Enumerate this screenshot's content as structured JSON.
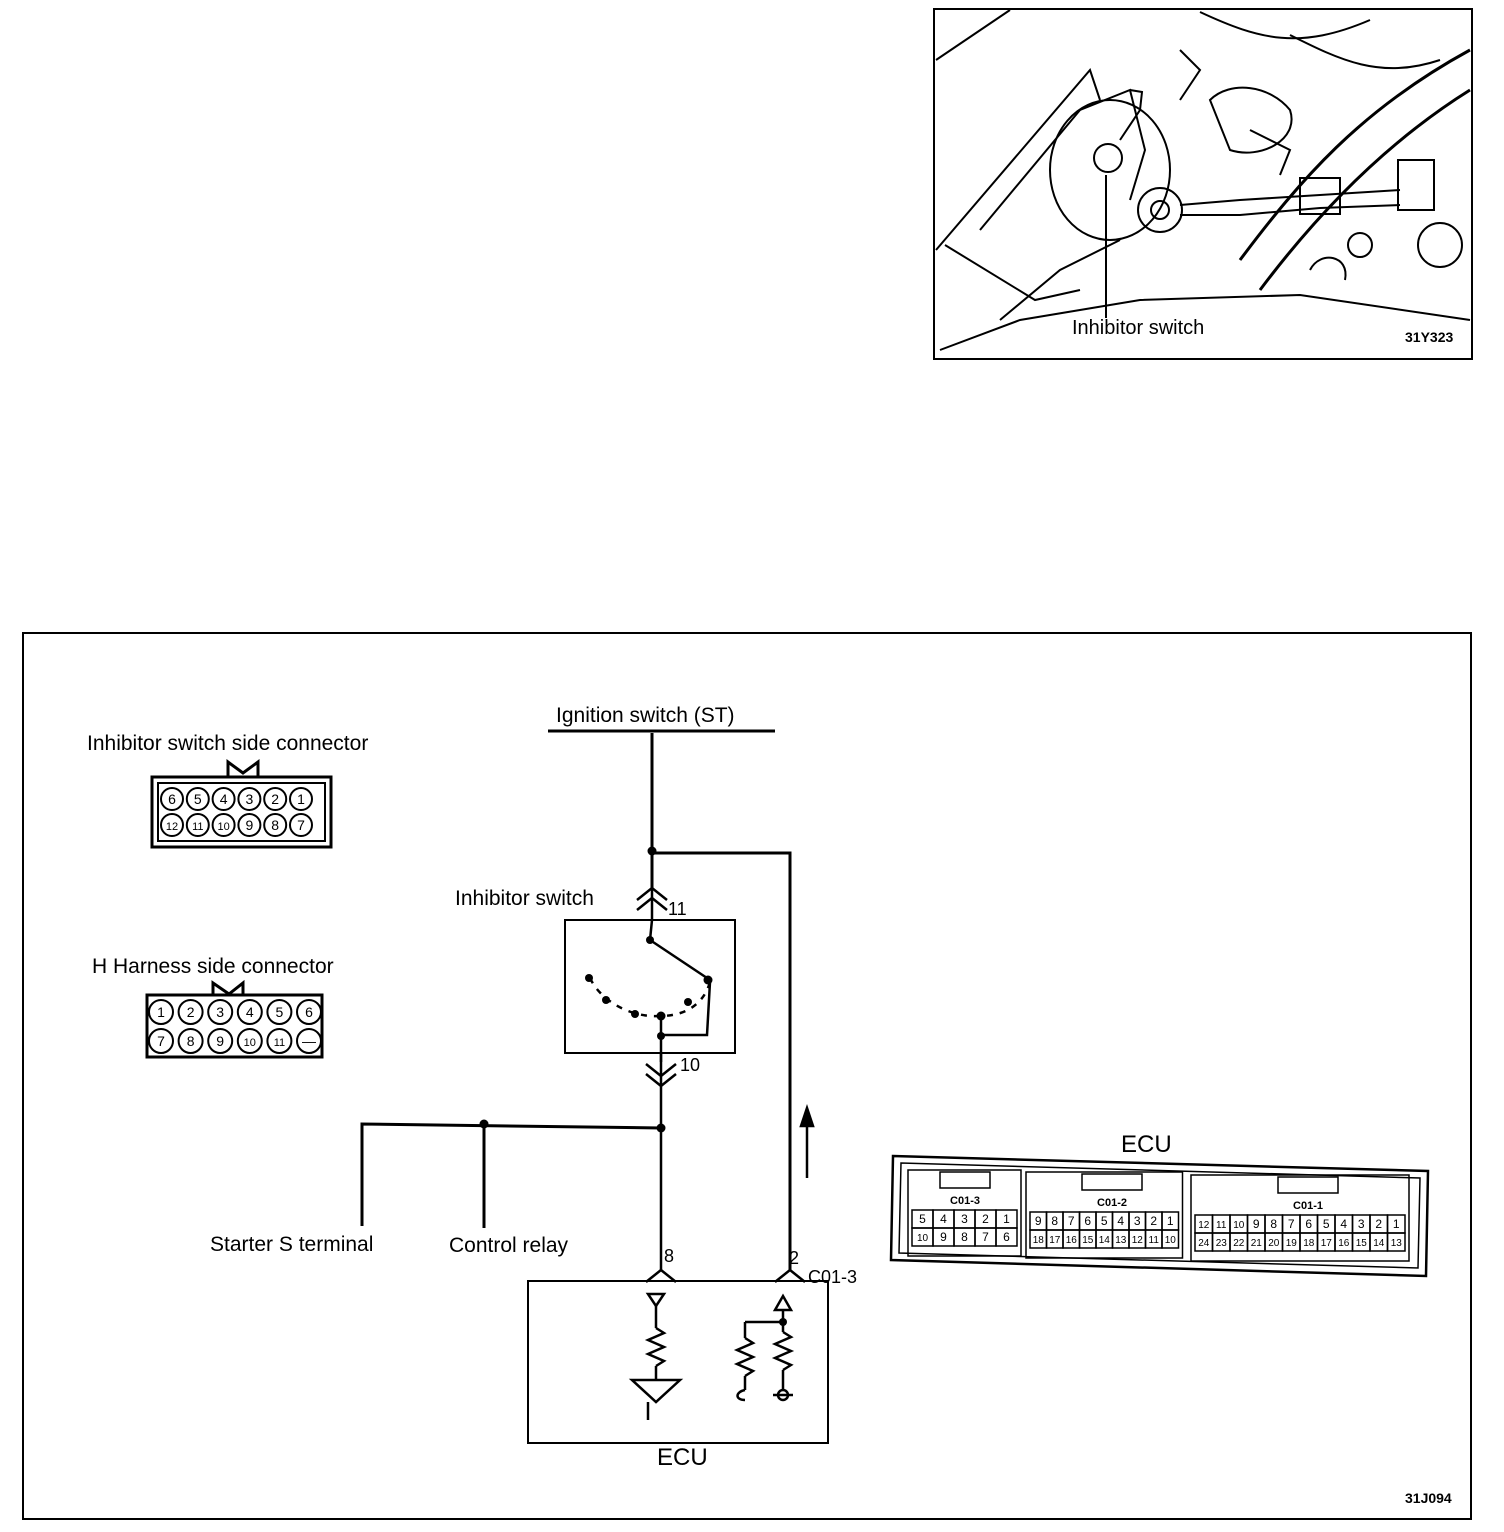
{
  "photo": {
    "label": "Inhibitor switch",
    "code": "31Y323"
  },
  "diagram": {
    "code": "31J094",
    "ignition_label": "Ignition switch (ST)",
    "inhibitor_switch_label": "Inhibitor switch",
    "terminal_11": "11",
    "terminal_10": "10",
    "terminal_8": "8",
    "terminal_2": "2",
    "connector_id": "C01-3",
    "starter_label": "Starter S terminal",
    "control_relay_label": "Control relay",
    "ecu_box_label": "ECU",
    "ecu_connector_title": "ECU",
    "inhibitor_side_connector": {
      "title": "Inhibitor switch side connector",
      "top_row": [
        "6",
        "5",
        "4",
        "3",
        "2",
        "1"
      ],
      "bottom_row": [
        "12",
        "11",
        "10",
        "9",
        "8",
        "7"
      ]
    },
    "harness_side_connector": {
      "title": "H Harness side connector",
      "top_row": [
        "1",
        "2",
        "3",
        "4",
        "5",
        "6"
      ],
      "bottom_row": [
        "7",
        "8",
        "9",
        "10",
        "11",
        "—"
      ]
    },
    "ecu_connectors": [
      {
        "id": "C01-3",
        "top_row": [
          "5",
          "4",
          "3",
          "2",
          "1"
        ],
        "bottom_row": [
          "10",
          "9",
          "8",
          "7",
          "6"
        ]
      },
      {
        "id": "C01-2",
        "top_row": [
          "9",
          "8",
          "7",
          "6",
          "5",
          "4",
          "3",
          "2",
          "1"
        ],
        "bottom_row": [
          "18",
          "17",
          "16",
          "15",
          "14",
          "13",
          "12",
          "11",
          "10"
        ]
      },
      {
        "id": "C01-1",
        "top_row": [
          "12",
          "11",
          "10",
          "9",
          "8",
          "7",
          "6",
          "5",
          "4",
          "3",
          "2",
          "1"
        ],
        "bottom_row": [
          "24",
          "23",
          "22",
          "21",
          "20",
          "19",
          "18",
          "17",
          "16",
          "15",
          "14",
          "13"
        ]
      }
    ]
  }
}
